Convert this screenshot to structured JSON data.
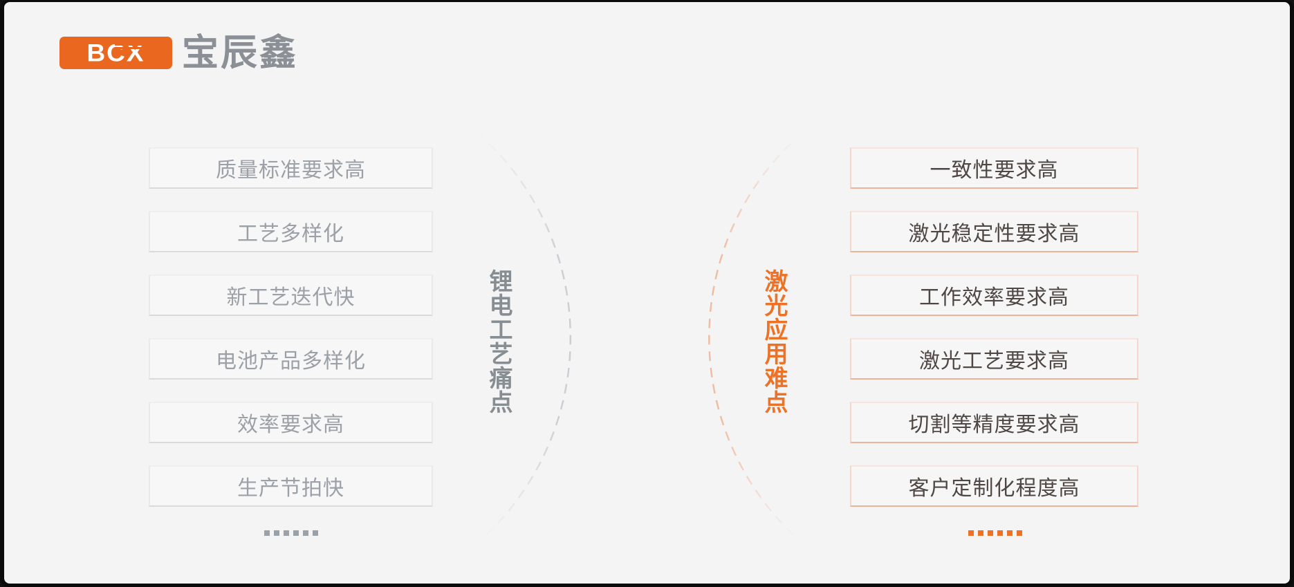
{
  "logo": {
    "abbr": "BCX",
    "name": "宝辰鑫"
  },
  "left": {
    "title": "锂电工艺痛点",
    "items": [
      "质量标准要求高",
      "工艺多样化",
      "新工艺迭代快",
      "电池产品多样化",
      "效率要求高",
      "生产节拍快"
    ],
    "ellipsis": "......"
  },
  "right": {
    "title": "激光应用难点",
    "items": [
      "一致性要求高",
      "激光稳定性要求高",
      "工作效率要求高",
      "激光工艺要求高",
      "切割等精度要求高",
      "客户定制化程度高"
    ],
    "ellipsis": "......"
  },
  "colors": {
    "accent_orange": "#ed7226",
    "logo_orange": "#e9671f",
    "gray_text": "#9ba1a7",
    "gray_title": "#868d93",
    "dark_text": "#4f4743",
    "left_box_border": "#e0e2e5",
    "right_box_border": "#f0b79f",
    "background": "#f4f4f5"
  }
}
